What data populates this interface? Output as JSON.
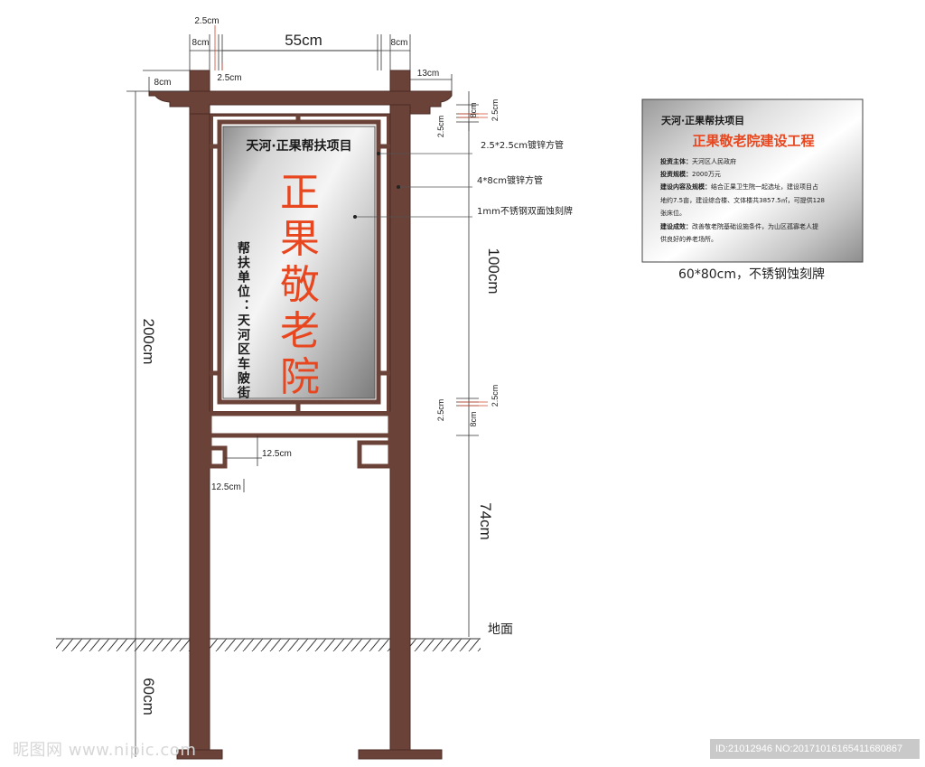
{
  "dimensions": {
    "top_width": "55cm",
    "top_left_post": "8cm",
    "top_right_post": "8cm",
    "top_tube_above": "2.5cm",
    "top_tube_below": "2.5cm",
    "cap_height": "8cm",
    "cap_overhang": "13cm",
    "frame_top_8cm": "8cm",
    "frame_top_25a": "2.5cm",
    "frame_top_25b": "2.5cm",
    "sign_height": "100cm",
    "frame_bot_25a": "2.5cm",
    "frame_bot_25b": "2.5cm",
    "frame_bot_8cm": "8cm",
    "bracket_h": "12.5cm",
    "bracket_w": "12.5cm",
    "legs": "74cm",
    "total_height": "200cm",
    "underground": "60cm",
    "ground": "地面"
  },
  "callouts": {
    "tube_small": "2.5*2.5cm镀锌方管",
    "tube_big": "4*8cm镀锌方管",
    "plate": "1mm不锈钢双面蚀刻牌"
  },
  "sign_front": {
    "project": "天河·正果帮扶项目",
    "name_chars": [
      "正",
      "果",
      "敬",
      "老",
      "院"
    ],
    "support_unit": "帮扶单位：天河区车陂街"
  },
  "sign_back": {
    "project": "天河·正果帮扶项目",
    "title": "正果敬老院建设工程",
    "rows": [
      {
        "label": "投资主体：",
        "text": "天河区人民政府"
      },
      {
        "label": "投资规模：",
        "text": "2000万元"
      },
      {
        "label": "建设内容及规模：",
        "text": "结合正果卫生院一起选址，建设项目占"
      },
      {
        "label": "",
        "text": "地约7.5亩，建设综合楼、文体楼共3857.5㎡，可提供128"
      },
      {
        "label": "",
        "text": "张床位。"
      },
      {
        "label": "建设成效：",
        "text": "改善敬老院基础设施条件，为山区孤寡老人提"
      },
      {
        "label": "",
        "text": "供良好的养老场所。"
      }
    ],
    "caption": "60*80cm，不锈钢蚀刻牌"
  },
  "watermark": "昵图网 www.nipic.com",
  "image_id": "ID:21012946 NO:20171016165411680867",
  "colors": {
    "post": "#6b4238",
    "post_stroke": "#4a2b24",
    "sign_text_red": "#e8461e",
    "sign_text_dark": "#1a1a1a",
    "dim_line": "#333333",
    "dim_accent": "#d2452a"
  }
}
